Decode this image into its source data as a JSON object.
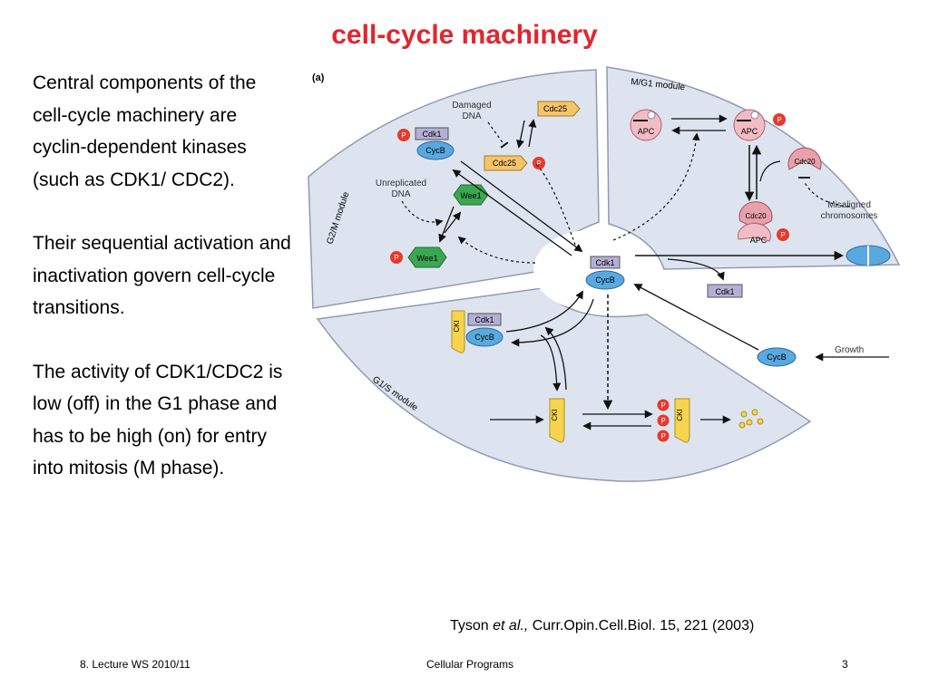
{
  "slide": {
    "title": "cell-cycle machinery",
    "paragraphs": [
      "Central components of the cell-cycle machinery are cyclin-dependent kinases (such as CDK1/ CDC2).",
      "Their sequential activation and inactivation govern cell-cycle transitions.",
      "The activity of CDK1/CDC2 is low (off) in the G1 phase and has to be high (on) for entry into mitosis (M phase)."
    ],
    "citation": {
      "author": "Tyson ",
      "etal": "et al.,",
      "ref": " Curr.Opin.Cell.Biol. 15, 221 (2003)"
    },
    "footer": {
      "left": "8. Lecture WS 2010/11",
      "center": "Cellular Programs",
      "right": "3"
    }
  },
  "diagram": {
    "panel_label": "(a)",
    "modules": {
      "g2m": "G2/M module",
      "mg1": "M/G1 module",
      "g1s": "G1/S module"
    },
    "labels": {
      "damaged_dna_1": "Damaged",
      "damaged_dna_2": "DNA",
      "unreplicated_dna_1": "Unreplicated",
      "unreplicated_dna_2": "DNA",
      "misaligned_1": "Misaligned",
      "misaligned_2": "chromosomes",
      "growth": "Growth"
    },
    "proteins": {
      "cdk1": "Cdk1",
      "cycb": "CycB",
      "cdc25": "Cdc25",
      "wee1": "Wee1",
      "apc": "APC",
      "cdc20": "Cdc20",
      "cki": "CKI",
      "p": "P"
    },
    "colors": {
      "background": "#dde4ef",
      "cdk1": "#b5aed6",
      "cycb": "#5aa8e0",
      "cdc25": "#f5c36a",
      "wee1": "#3aa853",
      "phospho": "#e63a2c",
      "apc": "#f2bcc4",
      "cdc20": "#e8a0ab",
      "cki": "#f6d44e"
    }
  }
}
